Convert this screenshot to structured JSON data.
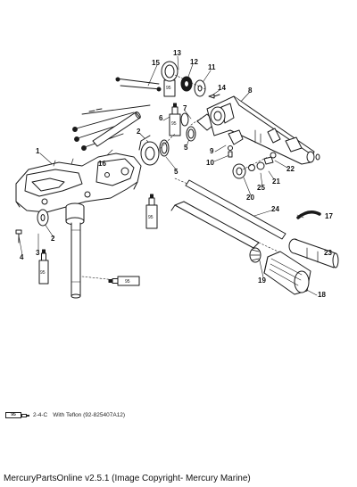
{
  "callouts": [
    {
      "id": "1",
      "label": "1"
    },
    {
      "id": "2a",
      "label": "2"
    },
    {
      "id": "2b",
      "label": "2"
    },
    {
      "id": "3",
      "label": "3"
    },
    {
      "id": "4",
      "label": "4"
    },
    {
      "id": "5a",
      "label": "5"
    },
    {
      "id": "5b",
      "label": "5"
    },
    {
      "id": "6",
      "label": "6"
    },
    {
      "id": "7",
      "label": "7"
    },
    {
      "id": "8",
      "label": "8"
    },
    {
      "id": "9",
      "label": "9"
    },
    {
      "id": "10",
      "label": "10"
    },
    {
      "id": "11",
      "label": "11"
    },
    {
      "id": "12",
      "label": "12"
    },
    {
      "id": "13",
      "label": "13"
    },
    {
      "id": "14",
      "label": "14"
    },
    {
      "id": "15",
      "label": "15"
    },
    {
      "id": "16",
      "label": "16"
    },
    {
      "id": "17",
      "label": "17"
    },
    {
      "id": "18",
      "label": "18"
    },
    {
      "id": "19",
      "label": "19"
    },
    {
      "id": "20",
      "label": "20"
    },
    {
      "id": "21",
      "label": "21"
    },
    {
      "id": "22",
      "label": "22"
    },
    {
      "id": "23",
      "label": "23"
    },
    {
      "id": "24",
      "label": "24"
    },
    {
      "id": "25",
      "label": "25"
    }
  ],
  "tube_label": "95",
  "legend": {
    "tube_label": "95",
    "code": "2-4-C",
    "text": "With Teflon (92-825407A12)"
  },
  "footer": "MercuryPartsOnline v2.5.1 (Image Copyright- Mercury Marine)"
}
